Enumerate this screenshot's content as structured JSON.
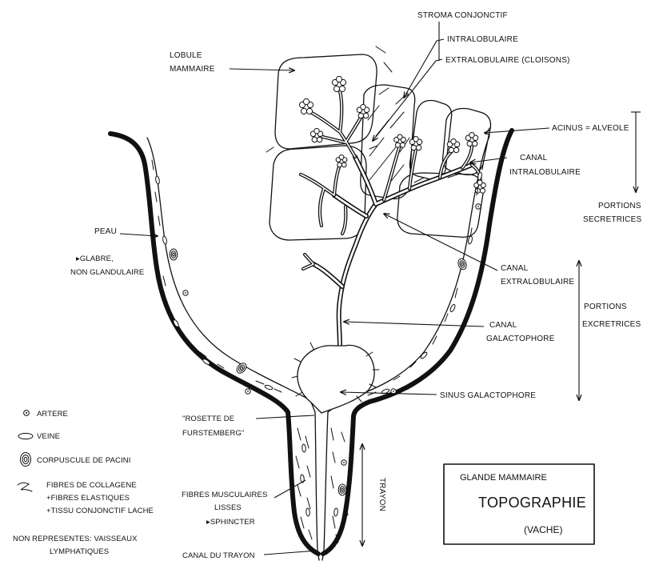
{
  "colors": {
    "ink": "#111111",
    "paper": "#ffffff"
  },
  "diagram": {
    "labels": {
      "stroma": "STROMA CONJONCTIF",
      "intralobulaire": "INTRALOBULAIRE",
      "extralobulaire": "EXTRALOBULAIRE (CLOISONS)",
      "lobule": [
        "LOBULE",
        "MAMMAIRE"
      ],
      "acinus": "ACINUS = ALVEOLE",
      "canal_intralobulaire": [
        "CANAL",
        "INTRALOBULAIRE"
      ],
      "portions_secretrices": [
        "PORTIONS",
        "SECRETRICES"
      ],
      "peau": "PEAU",
      "peau_desc": [
        "▸GLABRE,",
        "NON GLANDULAIRE"
      ],
      "canal_extralobulaire": [
        "CANAL",
        "EXTRALOBULAIRE"
      ],
      "portions_excretrices": [
        "PORTIONS",
        "EXCRETRICES"
      ],
      "canal_galactophore": [
        "CANAL",
        "GALACTOPHORE"
      ],
      "sinus": "SINUS GALACTOPHORE",
      "rosette": [
        "\"ROSETTE DE",
        "FURSTEMBERG\""
      ],
      "fibres_musculaires": [
        "FIBRES MUSCULAIRES",
        "LISSES"
      ],
      "sphincter": "▸SPHINCTER",
      "canal_trayon": "CANAL DU TRAYON",
      "trayon": "TRAYON"
    },
    "legend": [
      {
        "icon": "artery-dot-icon",
        "lines": [
          "ARTERE"
        ]
      },
      {
        "icon": "vein-oval-icon",
        "lines": [
          "VEINE"
        ]
      },
      {
        "icon": "pacini-corpuscle-icon",
        "lines": [
          "CORPUSCULE DE PACINI"
        ]
      },
      {
        "icon": "fibre-squiggle-icon",
        "lines": [
          "FIBRES DE COLLAGENE",
          "+FIBRES ELASTIQUES",
          "+TISSU CONJONCTIF LACHE"
        ]
      }
    ],
    "note": [
      "NON REPRESENTES: VAISSEAUX",
      "LYMPHATIQUES"
    ],
    "title_box": {
      "line1": "GLANDE MAMMAIRE",
      "line2": "TOPOGRAPHIE",
      "line3": "(VACHE)"
    }
  }
}
